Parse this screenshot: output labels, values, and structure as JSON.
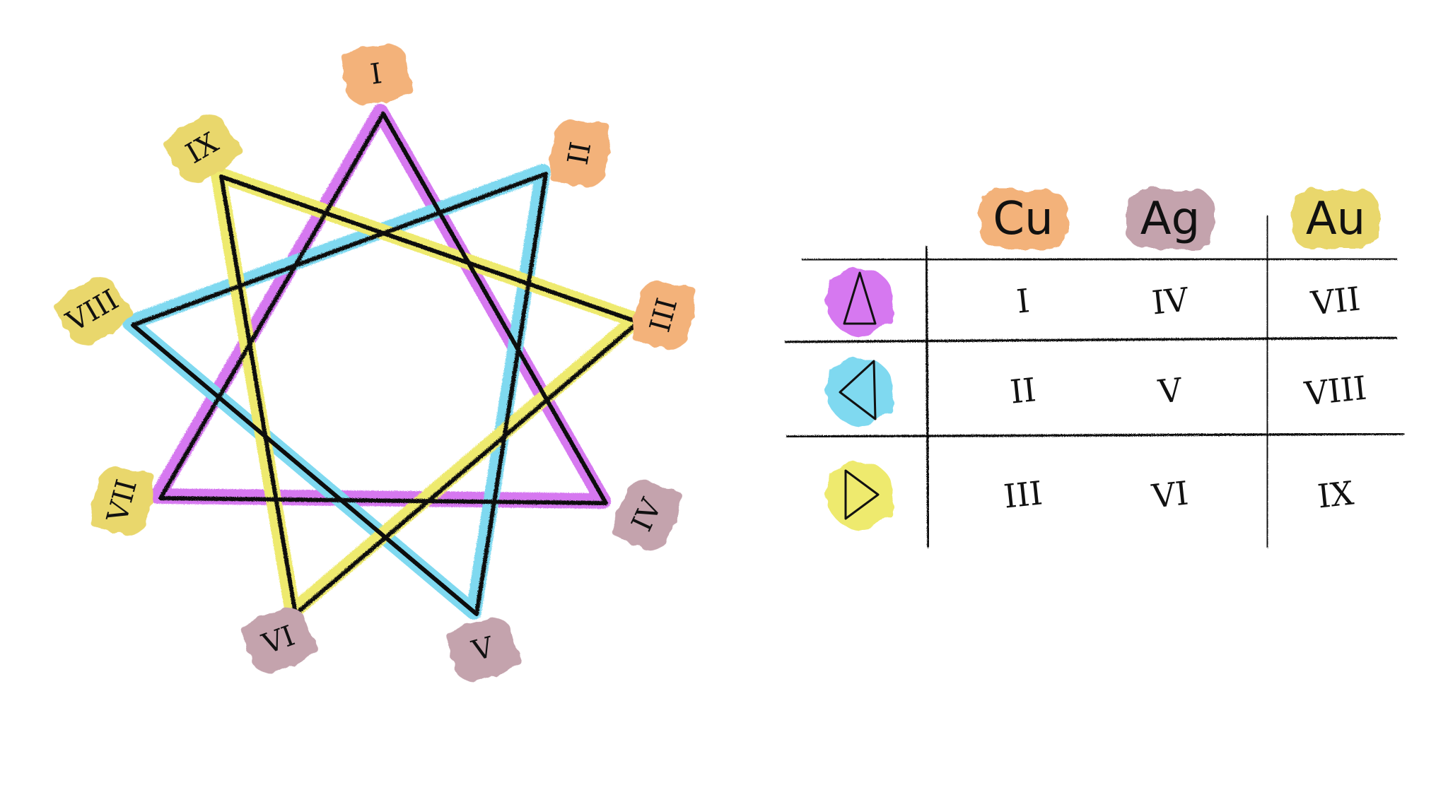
{
  "colors": {
    "magenta": "#d678f0",
    "cyan": "#7fd9f0",
    "yellow": "#eeea6e",
    "orange": "#f3b27a",
    "mauve": "#c4a3ad",
    "gold": "#e9d76c",
    "ink": "#111111"
  },
  "star": {
    "vertices": [
      "I",
      "II",
      "III",
      "IV",
      "V",
      "VI",
      "VII",
      "VIII",
      "IX"
    ],
    "triangles": [
      {
        "name": "magenta",
        "vertices": [
          "I",
          "IV",
          "VII"
        ]
      },
      {
        "name": "cyan",
        "vertices": [
          "II",
          "V",
          "VIII"
        ]
      },
      {
        "name": "yellow",
        "vertices": [
          "III",
          "VI",
          "IX"
        ]
      }
    ]
  },
  "table": {
    "headers": [
      {
        "label": "Cu",
        "color": "#f3b27a"
      },
      {
        "label": "Ag",
        "color": "#c4a3ad"
      },
      {
        "label": "Au",
        "color": "#e9d76c"
      }
    ],
    "rows": [
      {
        "icon": "triangle-up-icon",
        "color": "#d678f0",
        "cells": [
          "I",
          "IV",
          "VII"
        ]
      },
      {
        "icon": "triangle-left-icon",
        "color": "#7fd9f0",
        "cells": [
          "II",
          "V",
          "VIII"
        ]
      },
      {
        "icon": "triangle-right-icon",
        "color": "#eeea6e",
        "cells": [
          "III",
          "VI",
          "IX"
        ]
      }
    ]
  }
}
